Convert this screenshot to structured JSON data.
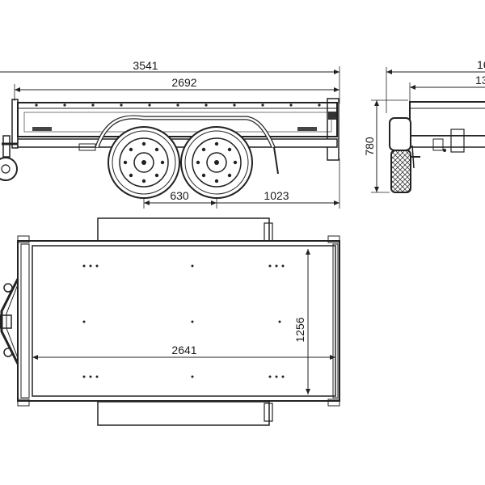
{
  "dimensions": {
    "overall_length": "3541",
    "body_length": "2692",
    "axle_spacing": "630",
    "rear_overhang": "1023",
    "side_height": "780",
    "overall_width_partial": "16",
    "body_width_partial": "13",
    "load_length": "2641",
    "load_width": "1256"
  }
}
